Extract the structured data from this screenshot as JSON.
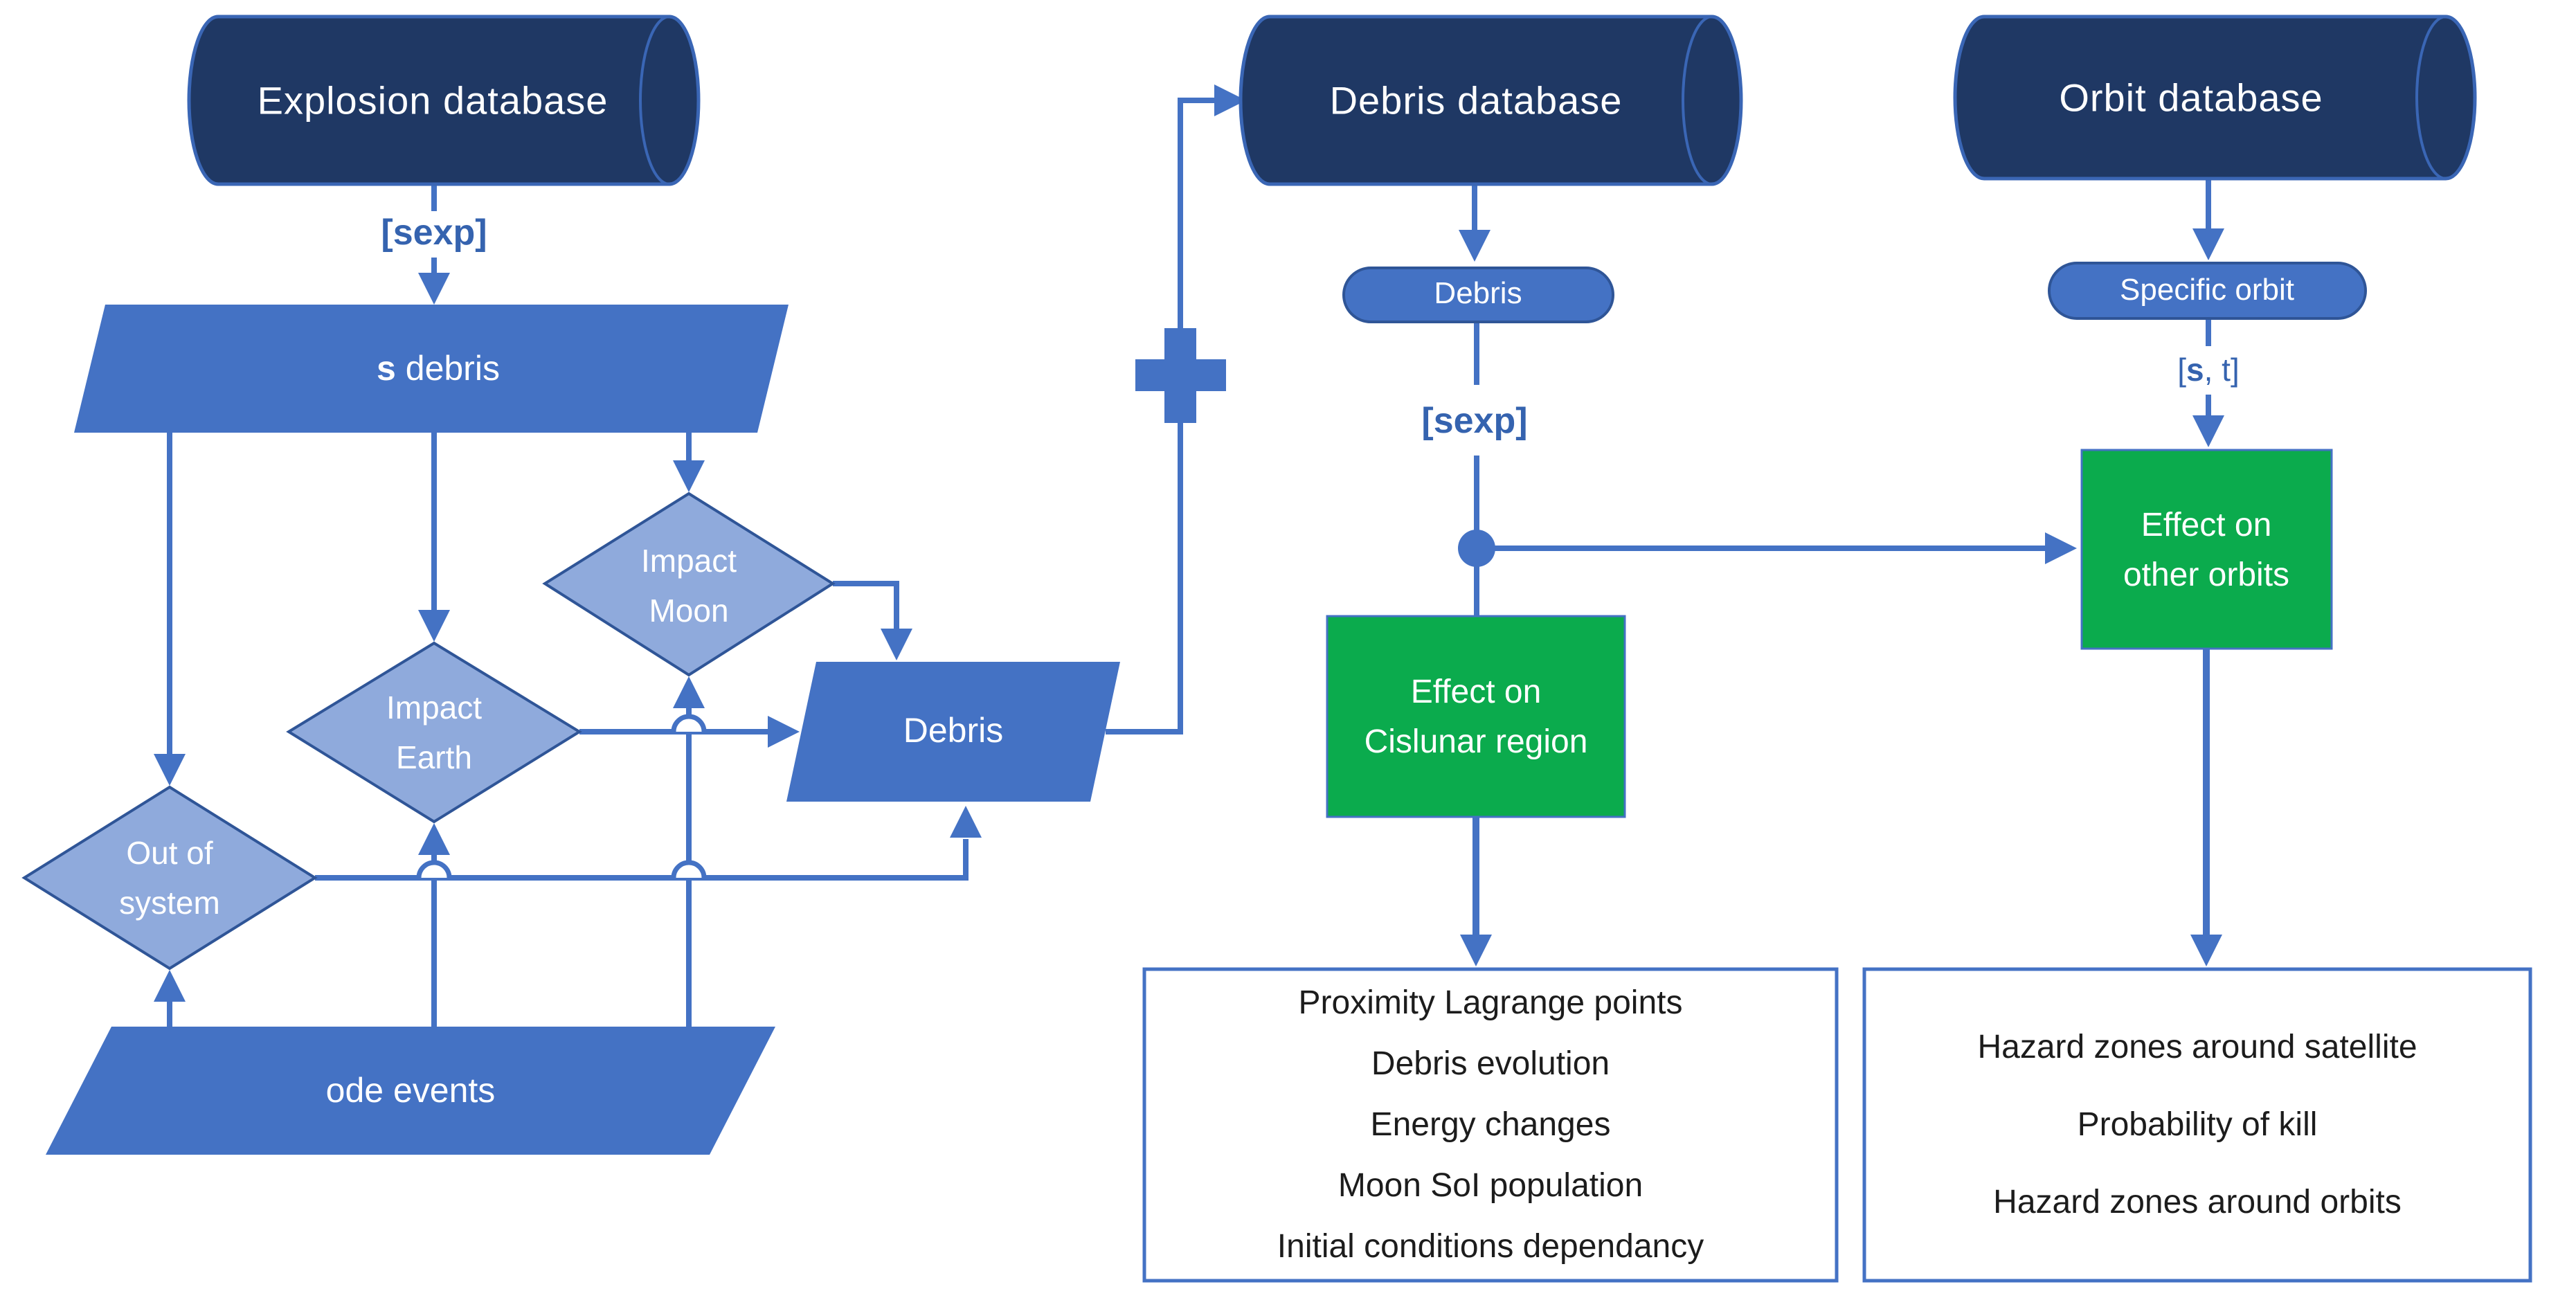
{
  "colors": {
    "accent": "#4472C4",
    "cylfill": "#1F3864",
    "cylstroke": "#3A66B5",
    "diafill": "#8FAADC",
    "diastroke": "#2F5597",
    "green": "#0BAB4D",
    "lblblue": "#3563AF",
    "ink": "#1c1c1c",
    "paper": "#ffffff"
  },
  "databases": {
    "explosion": "Explosion database",
    "debris": "Debris database",
    "orbit": "Orbit database"
  },
  "left_flow": {
    "sexp_label": "[sexp]",
    "s_debris_bold": "s",
    "s_debris_rest": " debris",
    "impact_moon_line1": "Impact",
    "impact_moon_line2": "Moon",
    "impact_earth_line1": "Impact",
    "impact_earth_line2": "Earth",
    "out_of_system_line1": "Out of",
    "out_of_system_line2": "system",
    "ode_events": "ode events",
    "debris_output": "Debris"
  },
  "center_flow": {
    "debris_pill": "Debris",
    "sexp_label": "[sexp]",
    "effect_line1": "Effect on",
    "effect_line2": "Cislunar region"
  },
  "right_flow": {
    "specific_orbit_pill": "Specific orbit",
    "st_pre": "[",
    "st_bold": "s",
    "st_post": ", t]",
    "effect_line1": "Effect on",
    "effect_line2": "other orbits"
  },
  "outputs": {
    "cislunar": [
      "Proximity Lagrange points",
      "Debris evolution",
      "Energy changes",
      "Moon SoI population",
      "Initial conditions dependancy"
    ],
    "orbit": [
      "Hazard zones around satellite",
      "Probability of kill",
      "Hazard zones around orbits"
    ]
  }
}
